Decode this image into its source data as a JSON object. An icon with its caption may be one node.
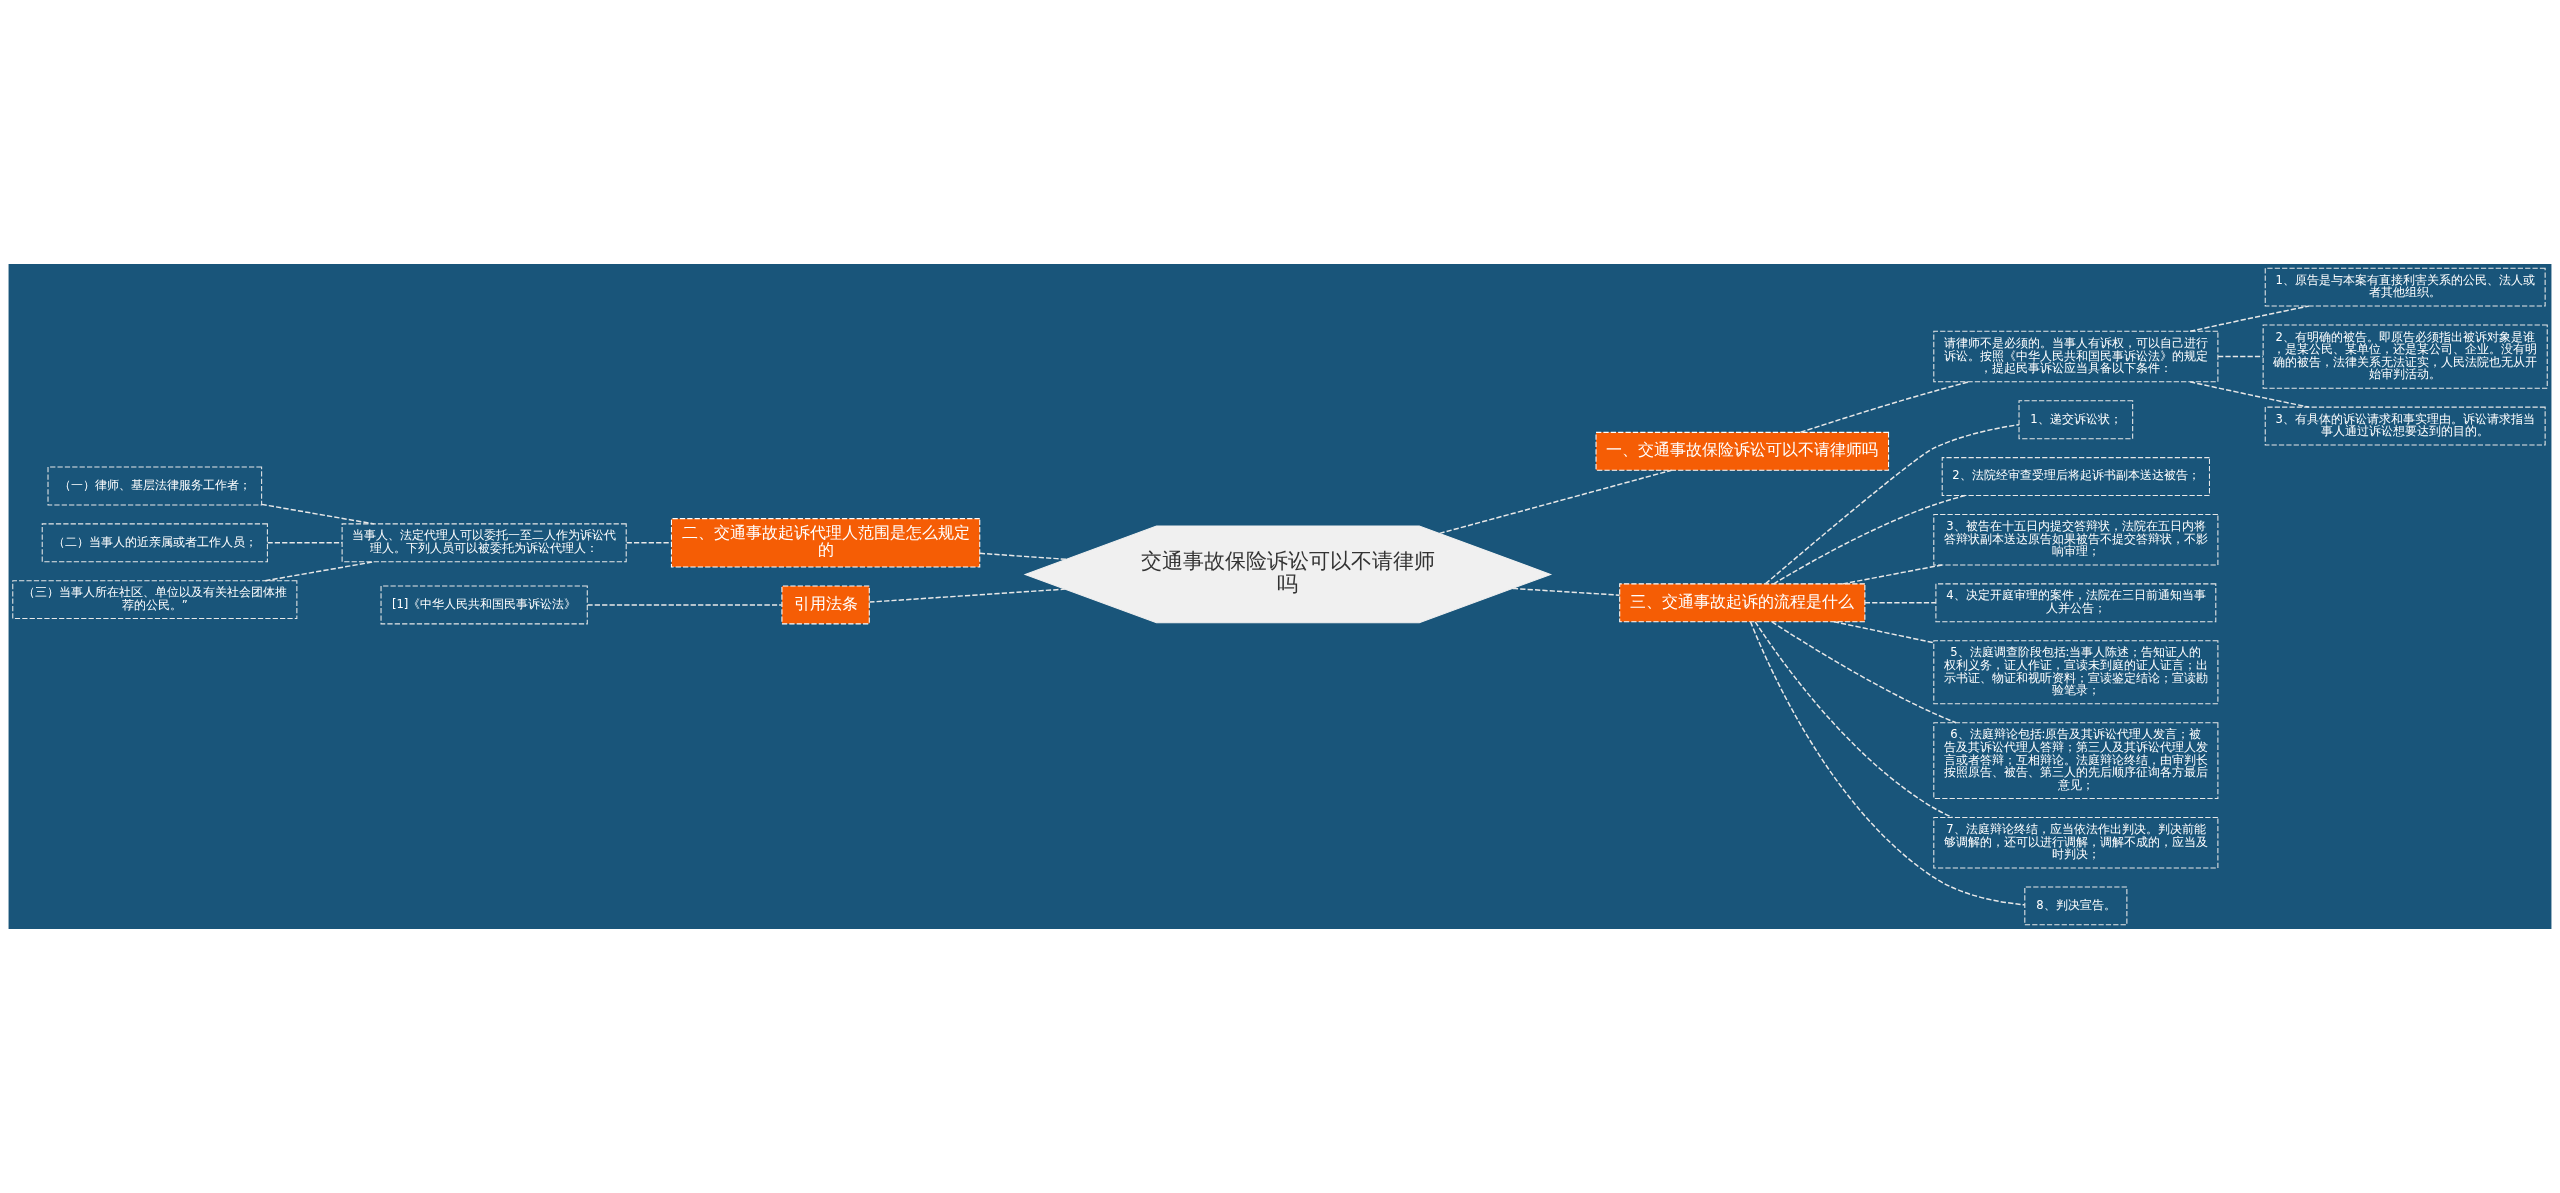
{
  "diagram": {
    "nodes": [
      {
        "text": [
          "交通事故保险诉讼可以不请律师吗"
        ]
      },
      {
        "text": [
          "一、交通事故保险诉讼可以不请律师吗"
        ]
      },
      {
        "text": [
          "请律师不是必须的。当事人有诉权，可以自己进行诉讼。按照《中华人民共和国民事诉讼法》的规定，提起民事诉讼应当具备以下条件："
        ]
      },
      {
        "text": [
          "1、原告是与本案有直接利害关系的公民、法人或者其他组织。"
        ]
      },
      {
        "text": [
          "2、有明确的被告。即原告必须指出被诉对象是谁，是某公民、某单位，还是某公司、企业。没有明确的被告，法律关系无法证实，人民法院也无从开始审判活动。"
        ]
      },
      {
        "text": [
          "3、有具体的诉讼请求和事实理由。诉讼请求指当事人通过诉讼想要达到的目的。"
        ]
      },
      {
        "text": [
          "二、交通事故起诉代理人范围是怎么规定的"
        ]
      },
      {
        "text": [
          "当事人、法定代理人可以委托一至二人作为诉讼代理人。下列人员可以被委托为诉讼代理人："
        ]
      },
      {
        "text": [
          "（一）律师、基层法律服务工作者；"
        ]
      },
      {
        "text": [
          "（二）当事人的近亲属或者工作人员；"
        ]
      },
      {
        "text": [
          "（三）当事人所在社区、单位以及有关社会团体推荐的公民。”"
        ]
      },
      {
        "text": [
          "引用法条"
        ]
      },
      {
        "text": [
          "[1]《中华人民共和国民事诉讼法》"
        ]
      },
      {
        "text": [
          "三、交通事故起诉的流程是什么"
        ]
      },
      {
        "text": [
          "1、递交诉讼状；"
        ]
      },
      {
        "text": [
          "2、法院经审查受理后将起诉书副本送达被告；"
        ]
      },
      {
        "text": [
          "3、被告在十五日内提交答辩状，法院在五日内将答辩状副本送达原告如果被告不提交答辩状，不影响审理；"
        ]
      },
      {
        "text": [
          "4、决定开庭审理的案件，法院在三日前通知当事人并公告；"
        ]
      },
      {
        "text": [
          "5、法庭调查阶段包括:当事人陈述；告知证人的权利义务，证人作证，宣读未到庭的证人证言；出示书证、物证和视听资料；宣读鉴定结论；宣读勘验笔录；"
        ]
      },
      {
        "text": [
          "6、法庭辩论包括:原告及其诉讼代理人发言；被告及其诉讼代理人答辩；第三人及其诉讼代理人发言或者答辩；互相辩论。法庭辩论终结，由审判长按照原告、被告、第三人的先后顺序征询各方最后意见；"
        ]
      },
      {
        "text": [
          "7、法庭辩论终结，应当依法作出判决。判决前能够调解的，还可以进行调解，调解不成的，应当及时判决；"
        ]
      },
      {
        "text": [
          "8、判决宣告。"
        ]
      }
    ],
    "edges": [
      {
        "from": 0,
        "to": 1,
        "arrow": "none",
        "style": "dashed"
      },
      {
        "from": 1,
        "to": 2,
        "arrow": "none",
        "style": "dashed"
      },
      {
        "from": 2,
        "to": 3,
        "arrow": "none",
        "style": "dashed"
      },
      {
        "from": 2,
        "to": 4,
        "arrow": "none",
        "style": "dashed"
      },
      {
        "from": 2,
        "to": 5,
        "arrow": "none",
        "style": "dashed"
      },
      {
        "from": 6,
        "to": 0,
        "arrow": "none",
        "style": "dashed"
      },
      {
        "from": 7,
        "to": 6,
        "arrow": "none",
        "style": "dashed"
      },
      {
        "from": 8,
        "to": 7,
        "arrow": "none",
        "style": "dashed"
      },
      {
        "from": 9,
        "to": 7,
        "arrow": "none",
        "style": "dashed"
      },
      {
        "from": 10,
        "to": 7,
        "arrow": "none",
        "style": "dashed"
      },
      {
        "from": 11,
        "to": 0,
        "arrow": "none",
        "style": "dashed"
      },
      {
        "from": 12,
        "to": 11,
        "arrow": "none",
        "style": "dashed"
      },
      {
        "from": 0,
        "to": 13,
        "arrow": "none",
        "style": "dashed"
      },
      {
        "from": 13,
        "to": 14,
        "arrow": "none",
        "style": "dashed"
      },
      {
        "from": 13,
        "to": 15,
        "arrow": "none",
        "style": "dashed"
      },
      {
        "from": 13,
        "to": 16,
        "arrow": "none",
        "style": "dashed"
      },
      {
        "from": 13,
        "to": 17,
        "arrow": "none",
        "style": "dashed"
      },
      {
        "from": 13,
        "to": 18,
        "arrow": "none",
        "style": "dashed"
      },
      {
        "from": 13,
        "to": 19,
        "arrow": "none",
        "style": "dashed"
      },
      {
        "from": 13,
        "to": 20,
        "arrow": "none",
        "style": "dashed"
      },
      {
        "from": 13,
        "to": 21,
        "arrow": "none",
        "style": "dashed"
      }
    ]
  }
}
